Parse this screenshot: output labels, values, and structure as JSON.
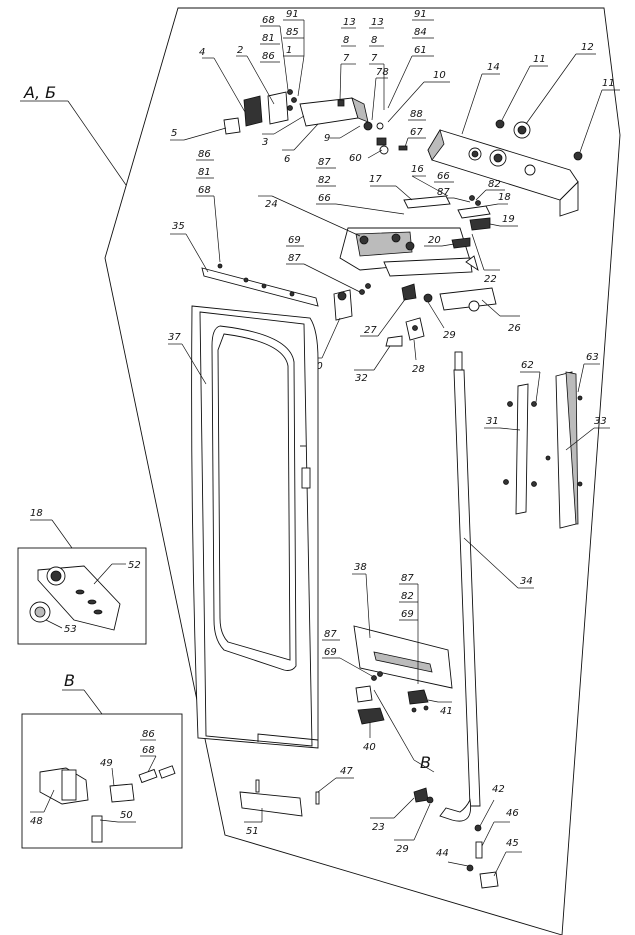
{
  "views": {
    "main_label": "А, Б",
    "detail_a_label": "18",
    "detail_b_label": "В",
    "view_b_label": "В"
  },
  "callouts": {
    "c1": "1",
    "c2": "2",
    "c3": "3",
    "c4": "4",
    "c5": "5",
    "c6": "6",
    "c7a": "7",
    "c7b": "7",
    "c8a": "8",
    "c8b": "8",
    "c9": "9",
    "c10": "10",
    "c11a": "11",
    "c11b": "11",
    "c12": "12",
    "c13a": "13",
    "c13b": "13",
    "c14": "14",
    "c16": "16",
    "c17": "17",
    "c18": "18",
    "c19": "19",
    "c20": "20",
    "c22": "22",
    "c23": "23",
    "c24": "24",
    "c26": "26",
    "c27": "27",
    "c28": "28",
    "c29a": "29",
    "c29b": "29",
    "c30": "30",
    "c31": "31",
    "c32": "32",
    "c33": "33",
    "c34": "34",
    "c35": "35",
    "c37": "37",
    "c38": "38",
    "c40": "40",
    "c41": "41",
    "c42": "42",
    "c44": "44",
    "c45": "45",
    "c46": "46",
    "c47": "47",
    "c48": "48",
    "c49": "49",
    "c50": "50",
    "c51": "51",
    "c52": "52",
    "c53": "53",
    "c60": "60",
    "c61": "61",
    "c62": "62",
    "c63": "63",
    "c66a": "66",
    "c66b": "66",
    "c67": "67",
    "c68a": "68",
    "c68b": "68",
    "c68c": "68",
    "c69a": "69",
    "c69b": "69",
    "c69c": "69",
    "c78": "78",
    "c81a": "81",
    "c81b": "81",
    "c82a": "82",
    "c82b": "82",
    "c82c": "82",
    "c84": "84",
    "c85": "85",
    "c86a": "86",
    "c86b": "86",
    "c86c": "86",
    "c87a": "87",
    "c87b": "87",
    "c87c": "87",
    "c87d": "87",
    "c87e": "87",
    "c88": "88",
    "c91a": "91",
    "c91b": "91"
  }
}
